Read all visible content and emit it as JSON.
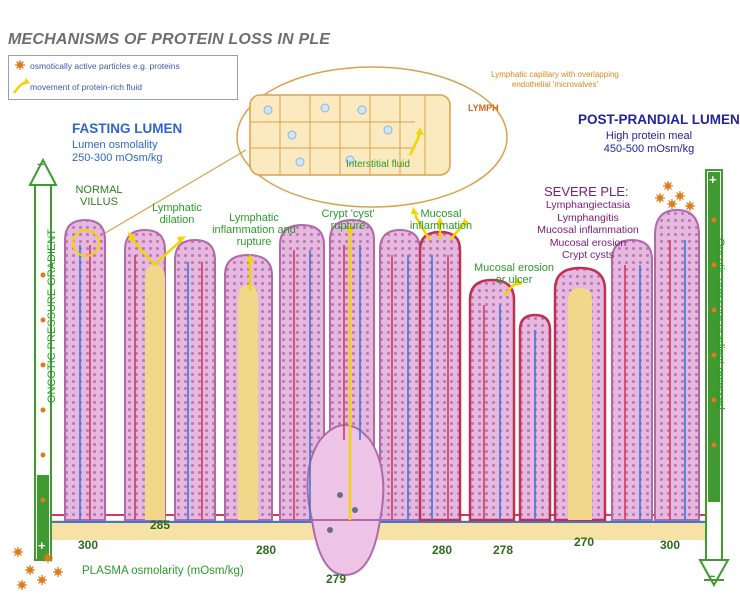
{
  "title": "MECHANISMS OF PROTEIN LOSS IN PLE",
  "legend": {
    "particles": "osmotically active particles e.g. proteins",
    "fluid": "movement of protein-rich fluid"
  },
  "inset": {
    "capillary_note": "Lymphatic capillary with overlapping endothelial 'microvalves'",
    "lymph": "LYMPH",
    "interstitial": "Interstitial fluid"
  },
  "fasting": {
    "heading": "FASTING LUMEN",
    "line1": "Lumen osmolality",
    "line2": "250-300 mOsm/kg"
  },
  "postprandial": {
    "heading": "POST-PRANDIAL LUMEN",
    "line1": "High protein meal",
    "line2": "450-500 mOsm/kg"
  },
  "labels": {
    "normal_villus": "NORMAL VILLUS",
    "lymphatic_dilation": "Lymphatic dilation",
    "lymphatic_inflammation": "Lymphatic inflammation and rupture",
    "crypt_cyst": "Crypt 'cyst' rupture",
    "mucosal_inflammation": "Mucosal inflammation",
    "mucosal_erosion": "Mucosal erosion or ulcer"
  },
  "severe": {
    "heading": "SEVERE PLE:",
    "items": [
      "Lymphangiectasia",
      "Lymphangitis",
      "Mucosal inflammation",
      "Mucosal erosion",
      "Crypt cysts"
    ]
  },
  "gradients": {
    "left": "ONCOTIC PRESSURE GRADIENT",
    "right": "Oncotic pressure gradient reversed",
    "plus": "+",
    "minus": "–"
  },
  "plasma": {
    "label": "PLASMA osmolarity (mOsm/kg)",
    "values": [
      "300",
      "285",
      "280",
      "279",
      "280",
      "278",
      "270",
      "300"
    ]
  },
  "colors": {
    "villus_fill": "#e6b8e0",
    "villus_edge": "#b06aa8",
    "lacteal": "#f2d68a",
    "vessel_red": "#d23a5a",
    "vessel_blue": "#3a7ad0",
    "green_arrow": "#3f9a2f",
    "arrow_yellow": "#f2d400",
    "particle": "#e07a1a"
  }
}
